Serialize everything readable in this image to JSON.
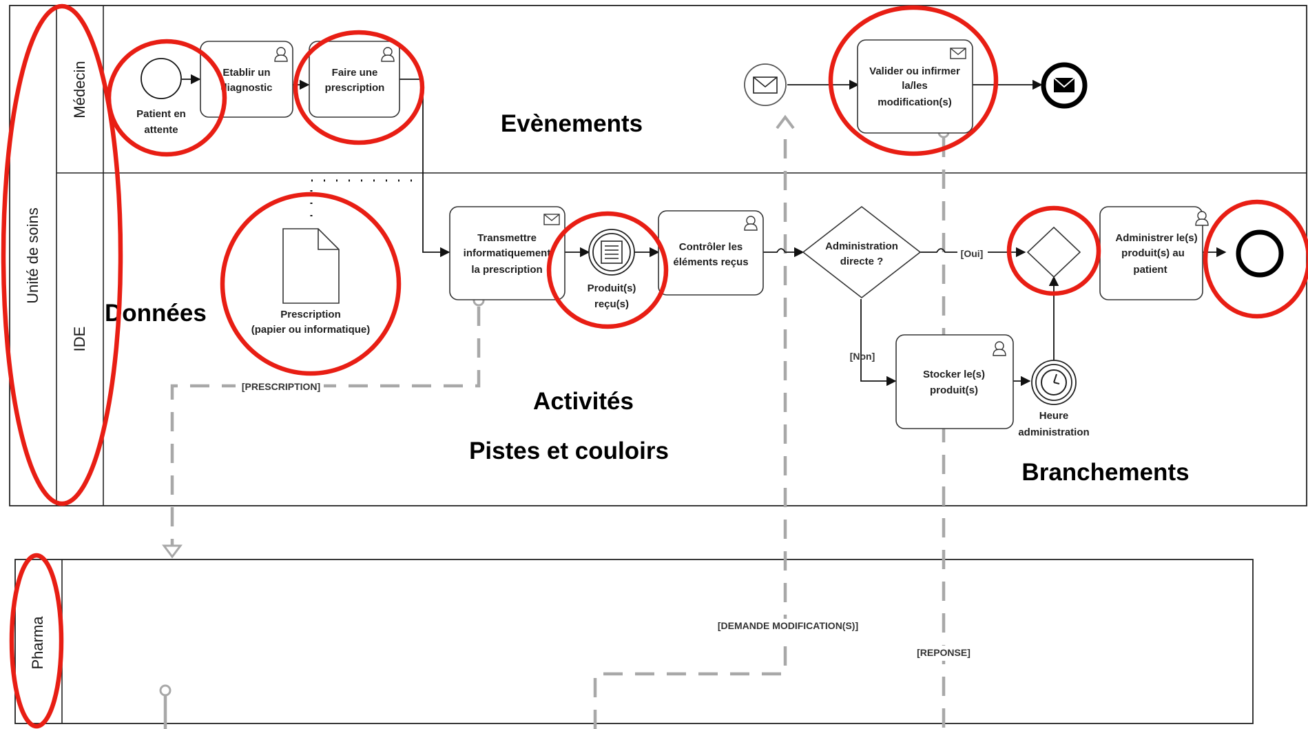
{
  "pools": {
    "unite_de_soins": "Unité de soins",
    "pharma": "Pharma"
  },
  "lanes": {
    "medecin": "Médecin",
    "ide": "IDE"
  },
  "events": {
    "start": [
      "Patient en",
      "attente"
    ],
    "timer": [
      "Heure",
      "administration"
    ]
  },
  "tasks": {
    "etablir": [
      "Etablir un",
      "diagnostic"
    ],
    "faire": [
      "Faire une",
      "prescription"
    ],
    "valider": [
      "Valider ou infirmer",
      "la/les",
      "modification(s)"
    ],
    "transmettre": [
      "Transmettre",
      "informatiquement",
      "la prescription"
    ],
    "controler": [
      "Contrôler les",
      "éléments reçus"
    ],
    "stocker": [
      "Stocker le(s)",
      "produit(s)"
    ],
    "administrer": [
      "Administrer le(s)",
      "produit(s) au",
      "patient"
    ]
  },
  "intermediate": {
    "produits": [
      "Produit(s)",
      "reçu(s)"
    ]
  },
  "gateway": [
    "Administration",
    "directe ?"
  ],
  "data_object": [
    "Prescription",
    "(papier ou informatique)"
  ],
  "flow_labels": {
    "oui": "[Oui]",
    "non": "[Non]",
    "prescription": "[PRESCRIPTION]",
    "demande": "[DEMANDE MODIFICATION(S)]",
    "reponse": "[REPONSE]"
  },
  "annotations": {
    "evenements": "Evènements",
    "donnees": "Données",
    "activites": "Activités",
    "pistes": "Pistes et couloirs",
    "branchements": "Branchements"
  },
  "colors": {
    "highlight": "#e81e14",
    "message_flow": "#a8a8a8",
    "stroke": "#333333"
  }
}
